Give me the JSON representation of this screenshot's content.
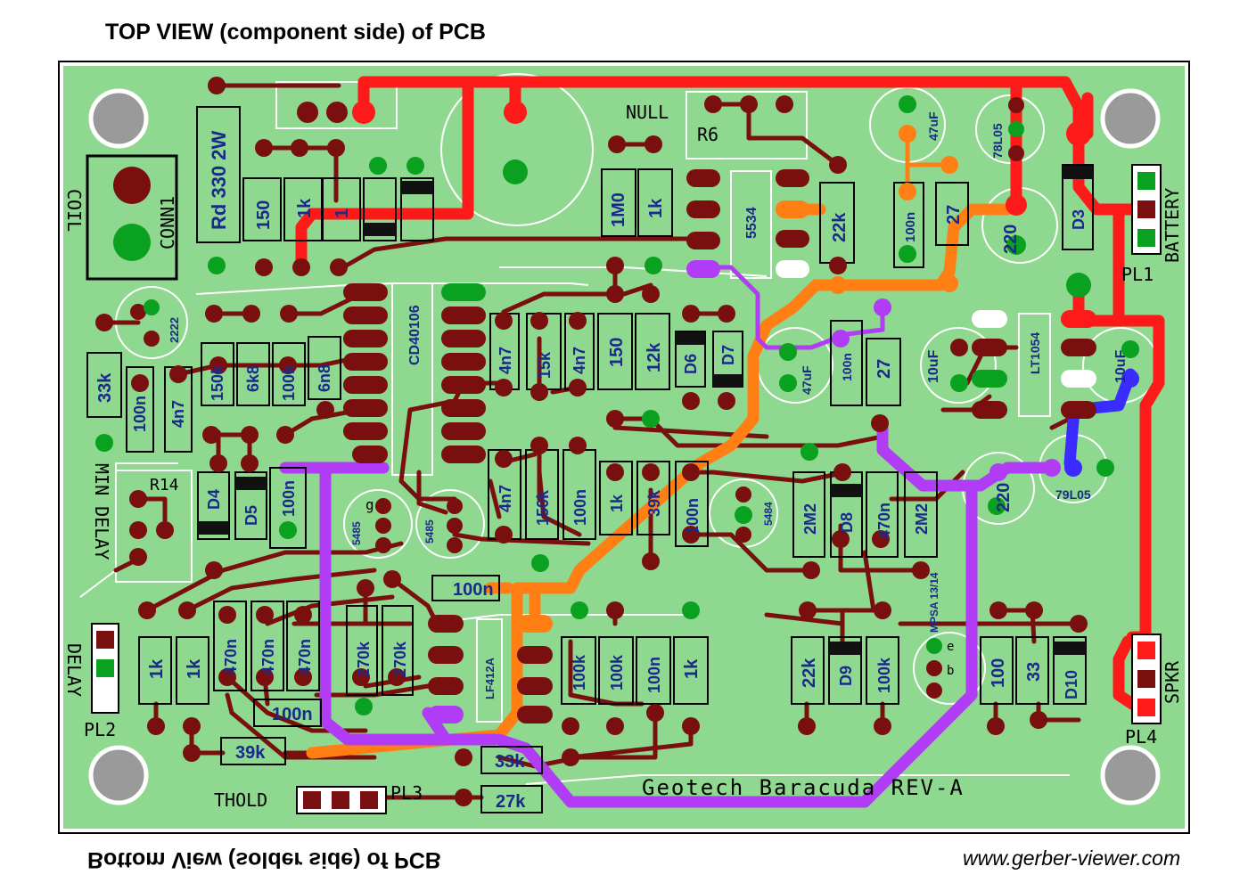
{
  "headings": {
    "top": "TOP VIEW (component side) of PCB",
    "bottom": "Bottom View (solder side) of PCB",
    "website": "www.gerber-viewer.com"
  },
  "board": {
    "title": "Geotech Baracuda REV-A",
    "colors": {
      "board": "#8fd88f",
      "pad": "#7a0f0f",
      "ground_pad": "#0aa020",
      "trace_dark": "#7a0f0f",
      "trace_red": "#ff1a1a",
      "trace_orange": "#ff7f15",
      "trace_purple": "#b13cf5",
      "trace_blue": "#3a2bff",
      "silk": "#ffffff",
      "label": "#1a2a8a"
    },
    "silkscreen": {
      "null": "NULL",
      "r6": "R6",
      "coil": "COIL",
      "conn1": "CONN1",
      "battery": "BATTERY",
      "pl1": "PL1",
      "pl2": "PL2",
      "pl3": "PL3",
      "pl4": "PL4",
      "spkr": "SPKR",
      "delay": "DELAY",
      "min_delay": "MIN DELAY",
      "r14": "R14",
      "thold": "THOLD"
    },
    "components": {
      "rd330": "Rd 330 2W",
      "r150_top": "150",
      "r1k_top": "1k",
      "r1_top": "1",
      "r1m0": "1M0",
      "r1k_mid": "1k",
      "ic5534": "5534",
      "r22k_top": "22k",
      "c100n_top": "100n",
      "r27_top": "27",
      "c47uf_top": "47uF",
      "reg78l05": "78L05",
      "c220_top": "220",
      "d3": "D3",
      "t2222": "2222",
      "r33k": "33k",
      "c100n_left": "100n",
      "c4n7_left": "4n7",
      "r150k_left": "150k",
      "r6k8": "6k8",
      "r100k_left": "100k",
      "c6n8": "6n8",
      "ic_cd40106": "CD40106",
      "c4n7_a": "4n7",
      "r15k": "15k",
      "c4n7_b": "4n7",
      "r150_mid": "150",
      "r12k": "12k",
      "d6": "D6",
      "d7": "D7",
      "c47uf_mid": "47uF",
      "c100n_mid": "100n",
      "r27_mid": "27",
      "c10uf": "10uF",
      "ic_lt1054": "LT1054",
      "c10uf_b": "10uF",
      "d4": "D4",
      "d5": "D5",
      "c100n_d5": "100n",
      "t5485_a": "5485",
      "t5485_b": "5485",
      "c4n7_c": "4n7",
      "r150k_mid": "150k",
      "c100n_c": "100n",
      "r1k_c": "1k",
      "r39k_a": "39k",
      "c100n_d": "100n",
      "t5484": "5484",
      "r2m2_a": "2M2",
      "d8": "D8",
      "c470n_a": "470n",
      "r2m2_b": "2M2",
      "c220_b": "220",
      "reg79l05": "79L05",
      "c100n_e": "100n",
      "r1k_b1": "1k",
      "r1k_b2": "1k",
      "c470n_b": "470n",
      "c470n_c": "470n",
      "c470n_d": "470n",
      "r270k_a": "270k",
      "r270k_b": "270k",
      "ic_lf412a": "LF412A",
      "r100k_a": "100k",
      "r100k_b": "100k",
      "c100n_f": "100n",
      "r1k_d": "1k",
      "r22k_b": "22k",
      "d9": "D9",
      "r100k_c": "100k",
      "t_mpsa": "MPSA 13/14",
      "r100": "100",
      "r33": "33",
      "d10": "D10",
      "c100n_g": "100n",
      "r39k_b": "39k",
      "r33k_b": "33k",
      "r27k": "27k",
      "pin_g": "g",
      "pin_e": "e",
      "pin_b": "b"
    }
  }
}
